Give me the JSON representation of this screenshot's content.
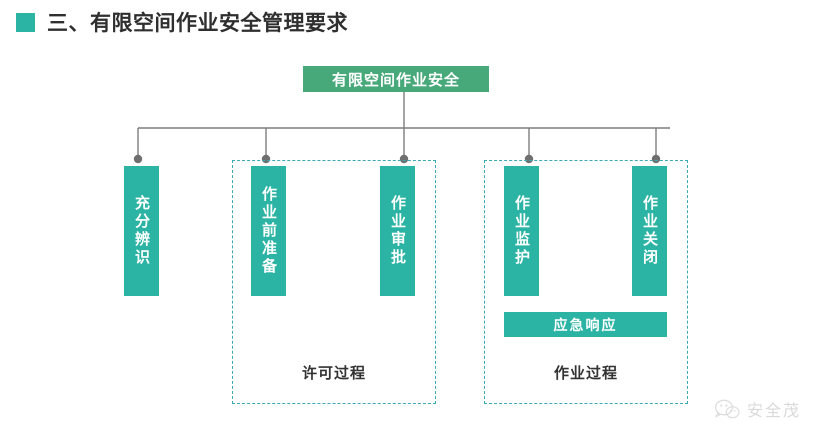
{
  "heading": {
    "bullet_icon": "square-bullet-icon",
    "text": "三、有限空间作业安全管理要求",
    "bullet_color": "#2BB3A4"
  },
  "diagram": {
    "type": "org-tree",
    "root": {
      "label": "有限空间作业安全",
      "color": "#47A87A"
    },
    "connector_color": "#7d7d7d",
    "node_color": "#2BB3A4",
    "group_border_color": "#3BA9B4",
    "nodes": [
      {
        "id": "n1",
        "label": "充分辨识",
        "orientation": "vertical",
        "group": null
      },
      {
        "id": "n2",
        "label": "作业前准备",
        "orientation": "vertical",
        "group": "g1"
      },
      {
        "id": "n3",
        "label": "作业审批",
        "orientation": "vertical",
        "group": "g1"
      },
      {
        "id": "n4",
        "label": "作业监护",
        "orientation": "vertical",
        "group": "g2"
      },
      {
        "id": "n5",
        "label": "作业关闭",
        "orientation": "vertical",
        "group": "g2"
      }
    ],
    "sub_nodes": [
      {
        "id": "s1",
        "label": "应急响应",
        "orientation": "horizontal",
        "group": "g2"
      }
    ],
    "groups": [
      {
        "id": "g1",
        "label": "许可过程"
      },
      {
        "id": "g2",
        "label": "作业过程"
      }
    ]
  },
  "watermark": {
    "icon": "wechat-logo-icon",
    "text": "安全茂"
  }
}
